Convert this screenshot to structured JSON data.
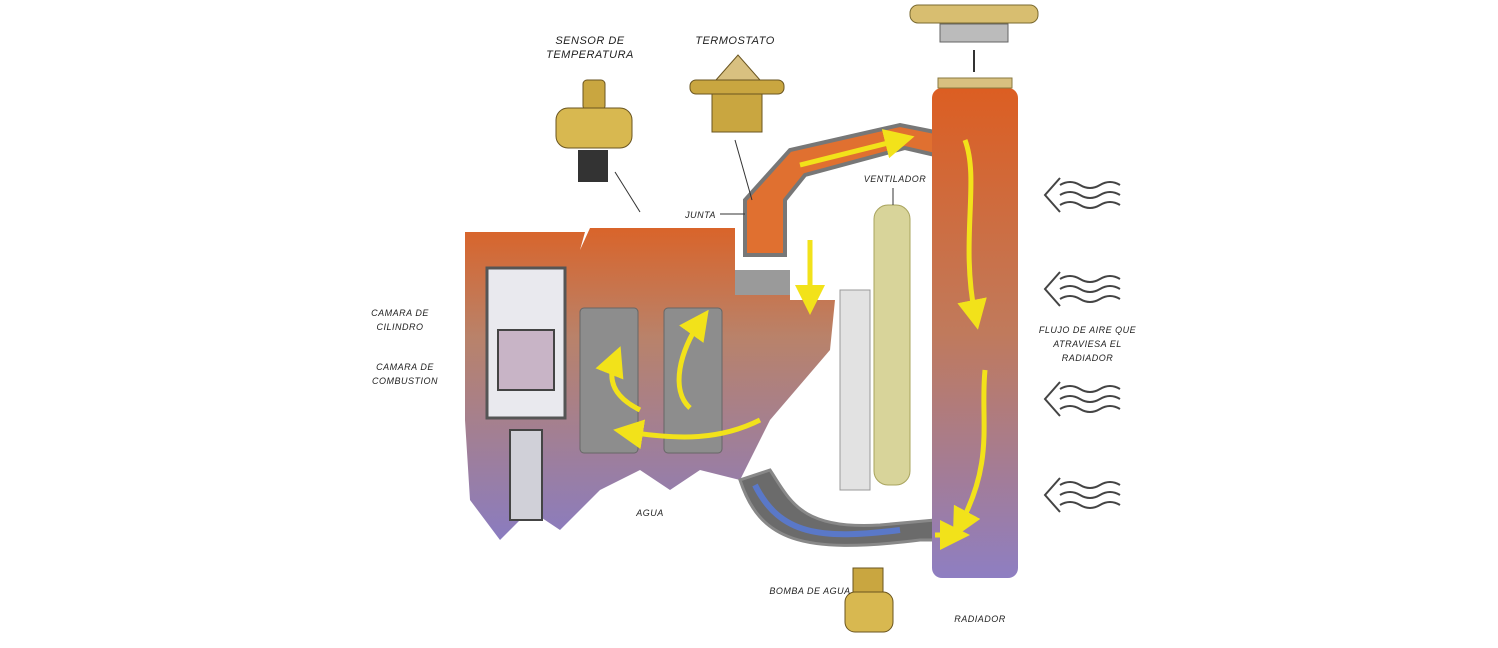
{
  "labels": {
    "sensor": "SENSOR DE TEMPERATURA",
    "thermostat": "TERMOSTATO",
    "fan": "VENTILADOR",
    "gasket": "JUNTA",
    "water_chamber": "CAMARA DE CILINDRO",
    "combustion_chamber": "CAMARA DE COMBUSTION",
    "airflow": "FLUJO DE AIRE QUE ATRAVIESA EL RADIADOR",
    "water": "AGUA",
    "water_pump": "BOMBA DE AGUA",
    "radiator": "RADIADOR"
  },
  "colors": {
    "hot": "#d9642a",
    "cool": "#8a7cc0",
    "flow_arrow": "#f2e21a",
    "metal": "#8c8c8c",
    "brass": "#c9a640",
    "fan": "#d8d49a"
  }
}
